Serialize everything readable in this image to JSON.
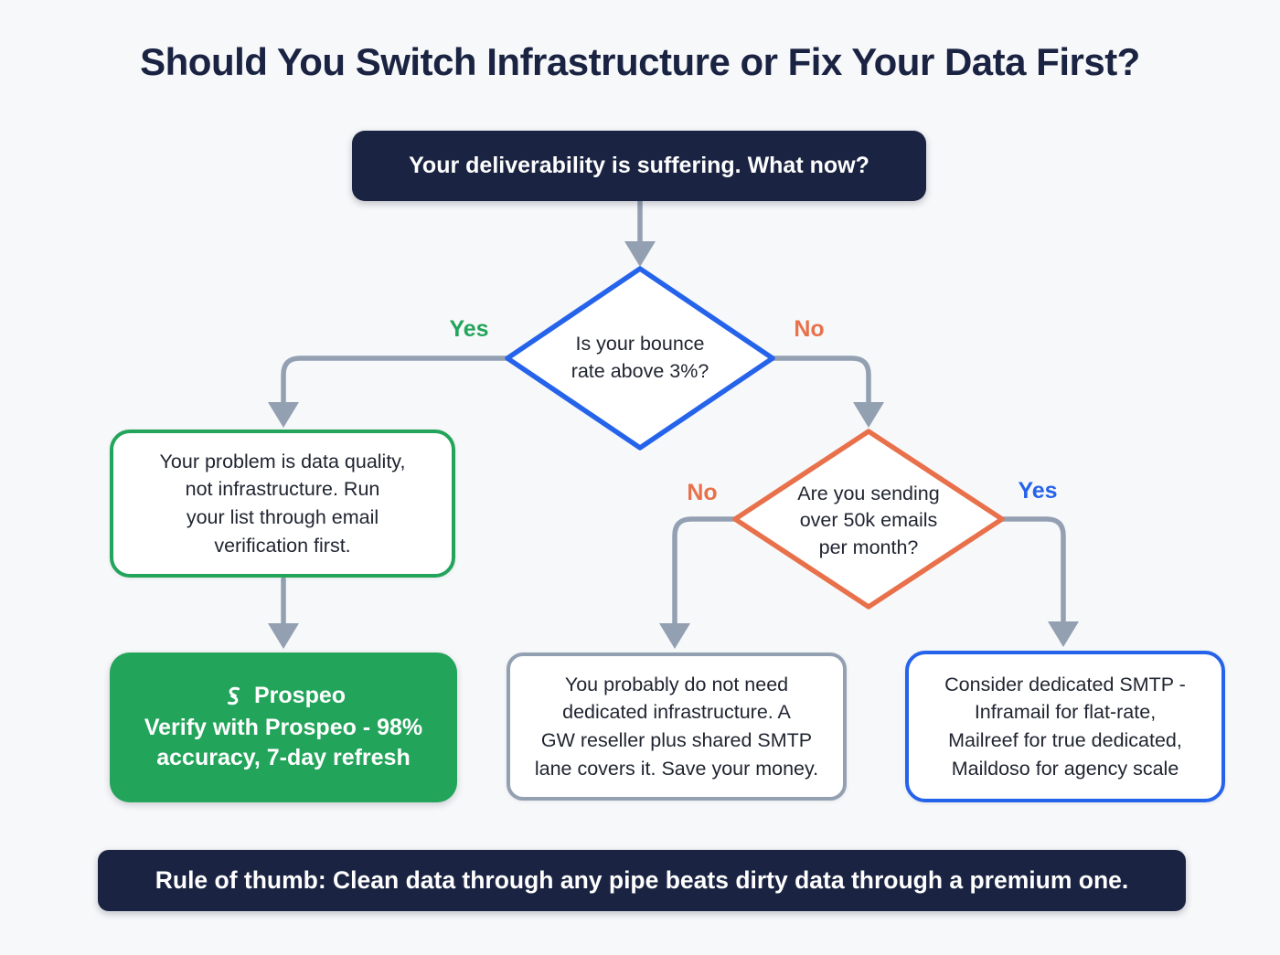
{
  "title": "Should You Switch Infrastructure or Fix Your Data First?",
  "nodes": {
    "start": {
      "text": "Your deliverability is suffering. What now?"
    },
    "decision_bounce": {
      "lines": [
        "Is your bounce",
        "rate above 3%?"
      ],
      "yes_label": "Yes",
      "no_label": "No"
    },
    "data_quality": {
      "lines": [
        "Your problem is data quality,",
        "not infrastructure. Run",
        "your list through email",
        "verification first."
      ]
    },
    "prospeo": {
      "brand": "Prospeo",
      "lines": [
        "Verify with Prospeo - 98%",
        "accuracy, 7-day refresh"
      ]
    },
    "decision_volume": {
      "lines": [
        "Are you sending",
        "over 50k emails",
        "per month?"
      ],
      "no_label": "No",
      "yes_label": "Yes"
    },
    "no_dedicated": {
      "lines": [
        "You probably do not need",
        "dedicated infrastructure. A",
        "GW reseller plus shared SMTP",
        "lane covers it. Save your money."
      ]
    },
    "dedicated": {
      "lines": [
        "Consider dedicated SMTP -",
        "Inframail for flat-rate,",
        "Mailreef for true dedicated,",
        "Maildoso for agency scale"
      ]
    },
    "rule_of_thumb": {
      "text": "Rule of thumb: Clean data through any pipe beats dirty data through a premium one."
    }
  },
  "colors": {
    "navy": "#1a2342",
    "green": "#23a45b",
    "blue": "#2563eb",
    "orange": "#e8714b",
    "connector": "#93a0b2",
    "background": "#f7f8fa",
    "text_dark": "#1f2430"
  }
}
